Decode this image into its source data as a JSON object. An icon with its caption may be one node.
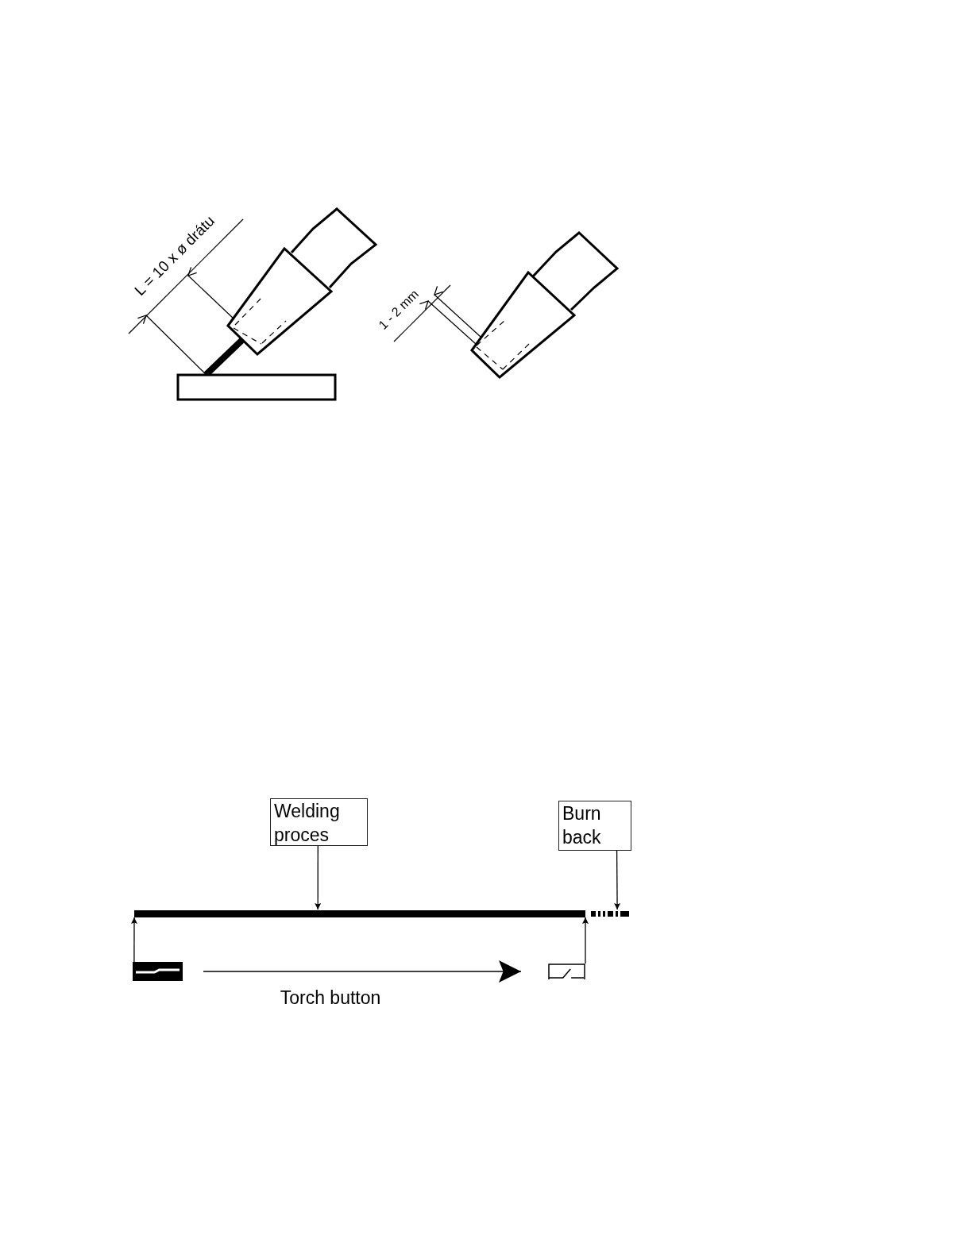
{
  "diagram": {
    "nodes": [
      {
        "text": [
          "Welding proces"
        ]
      },
      {
        "text": [
          "Burn back"
        ]
      },
      {
        "text": [],
        "shape": "bar"
      },
      {
        "text": [],
        "shape": "bar"
      },
      {
        "text": [],
        "shape": "switch"
      },
      {
        "text": [],
        "shape": "switch"
      }
    ],
    "edges": [
      {
        "from": 0,
        "to": 2,
        "arrow": "to"
      },
      {
        "from": 1,
        "to": 3,
        "arrow": "to"
      },
      {
        "from": 4,
        "to": 2,
        "arrow": "to"
      },
      {
        "from": 5,
        "to": 2,
        "arrow": "to"
      },
      {
        "from": 4,
        "to": 5,
        "arrow": "to",
        "label": "Torch button"
      }
    ],
    "labels": [
      "L = 10 x ø drátu",
      "1 - 2 mm"
    ]
  }
}
